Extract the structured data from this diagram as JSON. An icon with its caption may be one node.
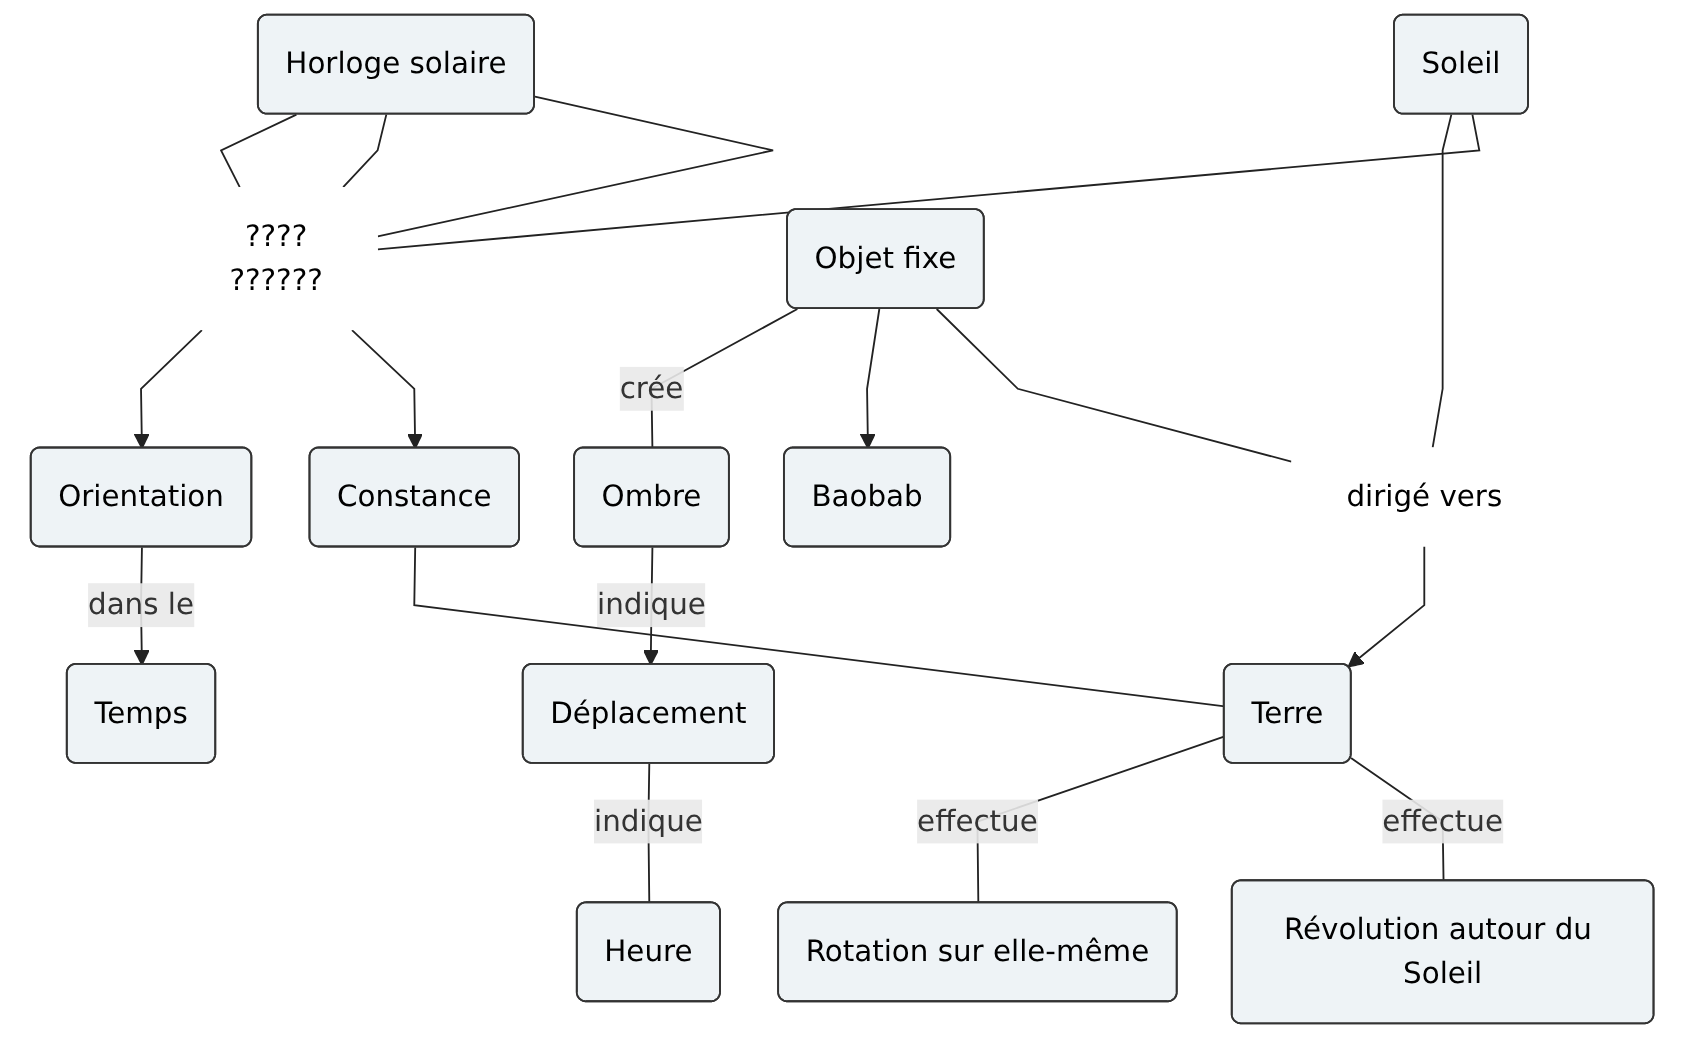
{
  "diagram": {
    "nodes": [
      {
        "text": [
          "Constance"
        ]
      },
      {
        "text": [
          "????",
          "??????"
        ]
      },
      {
        "text": [
          "Orientation"
        ]
      },
      {
        "text": [
          "Temps"
        ]
      },
      {
        "text": [
          "Horloge solaire"
        ]
      },
      {
        "text": [
          "Soleil"
        ]
      },
      {
        "text": [
          "Terre"
        ]
      },
      {
        "text": [
          "dirigé vers"
        ]
      },
      {
        "text": [
          "Baobab"
        ]
      },
      {
        "text": [
          "Objet fixe"
        ]
      },
      {
        "text": [
          "Révolution autour du Soleil"
        ]
      },
      {
        "text": [
          "Rotation sur elle-même"
        ]
      },
      {
        "text": [
          "Ombre"
        ]
      },
      {
        "text": [
          "Déplacement"
        ]
      },
      {
        "text": [
          "Heure"
        ]
      }
    ],
    "edges": [
      {
        "from": 1,
        "to": 0,
        "arrow": "to"
      },
      {
        "from": 1,
        "to": 2,
        "arrow": "to"
      },
      {
        "from": 2,
        "to": 3,
        "label": "dans le",
        "arrow": "to"
      },
      {
        "from": 5,
        "to": 1,
        "arrow": "none"
      },
      {
        "from": 4,
        "to": 1,
        "arrow": "none"
      },
      {
        "from": 4,
        "to": 1,
        "arrow": "none"
      },
      {
        "from": 4,
        "to": 1,
        "arrow": "none"
      },
      {
        "from": 0,
        "to": 6,
        "arrow": "none"
      },
      {
        "from": 5,
        "to": 7,
        "arrow": "none"
      },
      {
        "from": 7,
        "to": 6,
        "arrow": "to"
      },
      {
        "from": 9,
        "to": 7,
        "arrow": "none"
      },
      {
        "from": 9,
        "to": 8,
        "arrow": "to"
      },
      {
        "from": 6,
        "to": 10,
        "label": "effectue",
        "arrow": "none"
      },
      {
        "from": 6,
        "to": 11,
        "label": "effectue",
        "arrow": "none"
      },
      {
        "from": 9,
        "to": 12,
        "label": "crée",
        "arrow": "none"
      },
      {
        "from": 12,
        "to": 13,
        "label": "indique",
        "arrow": "to"
      },
      {
        "from": 13,
        "to": 14,
        "label": "indique",
        "arrow": "none"
      }
    ]
  }
}
